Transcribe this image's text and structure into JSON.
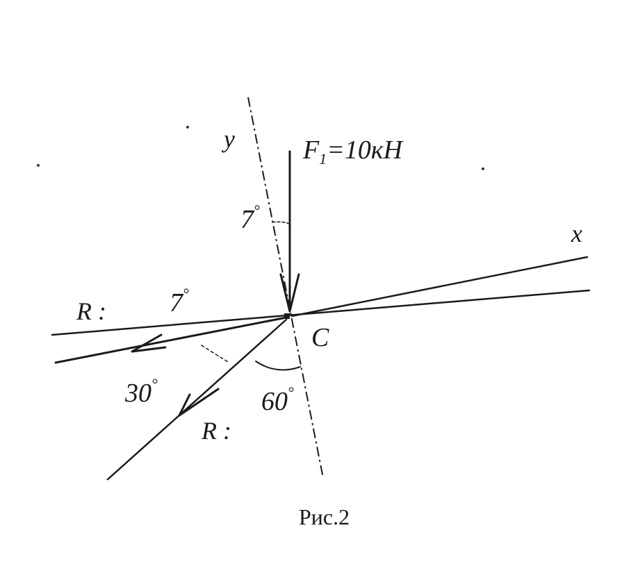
{
  "figure": {
    "axis_y_label": "y",
    "axis_x_label": "x",
    "force_label": "F",
    "force_subscript": "1",
    "force_value": "=10кН",
    "point_label": "C",
    "angle_top": "7",
    "angle_left": "7",
    "angle_30": "30",
    "angle_60": "60",
    "degree_mark": "°",
    "reaction_1_label": "R :",
    "reaction_2_label": "R :",
    "caption": "Рис.2"
  }
}
